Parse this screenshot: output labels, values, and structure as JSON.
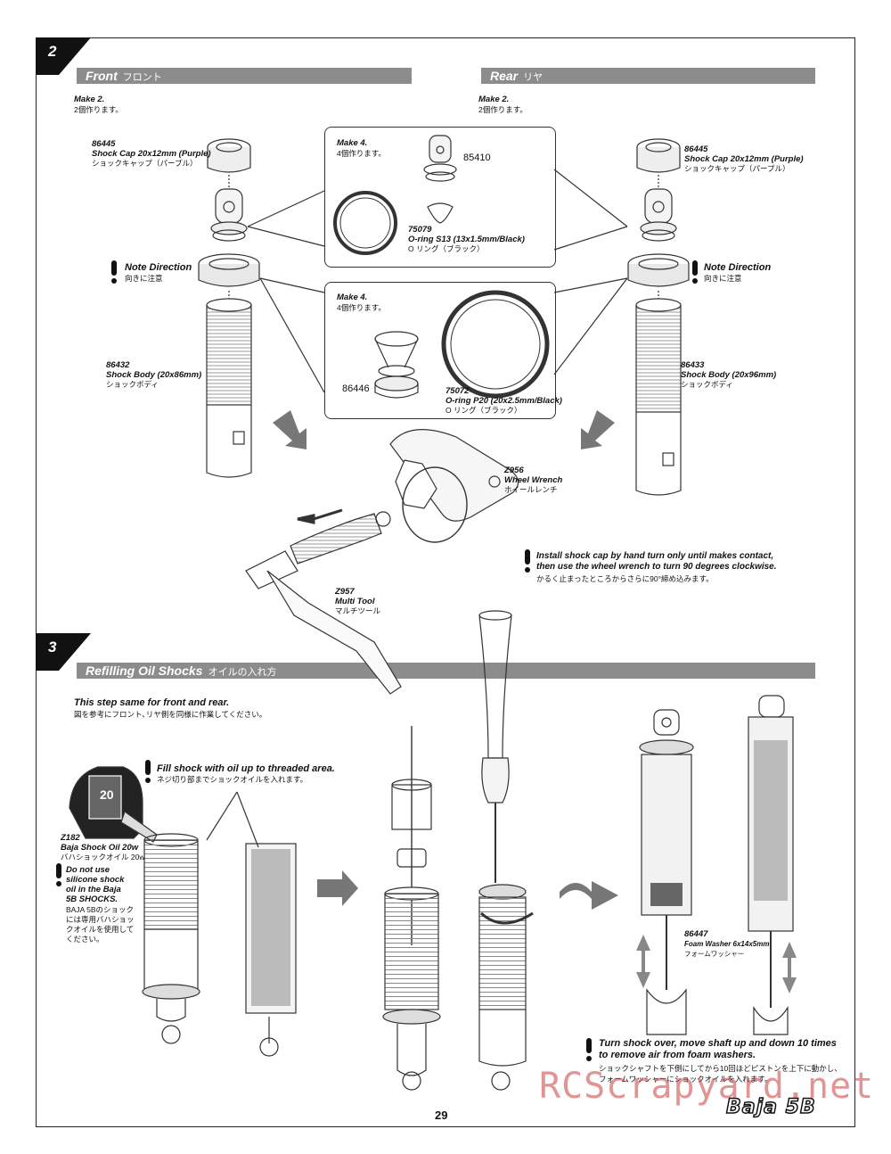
{
  "page_number": "29",
  "logo_text": "Baja 5B",
  "watermark": "RCScrapyard.net",
  "step2": {
    "number": "2",
    "front": {
      "title": "Front",
      "title_jp": "フロント",
      "make": "Make 2.",
      "make_jp": "2個作ります。",
      "cap_part": "86445",
      "cap_name": "Shock Cap 20x12mm (Purple)",
      "cap_jp": "ショックキャップ（パープル）",
      "note": "Note Direction",
      "note_jp": "向きに注意",
      "body_part": "86432",
      "body_name": "Shock Body (20x86mm)",
      "body_jp": "ショックボディ"
    },
    "rear": {
      "title": "Rear",
      "title_jp": "リヤ",
      "make": "Make 2.",
      "make_jp": "2個作ります。",
      "cap_part": "86445",
      "cap_name": "Shock Cap 20x12mm (Purple)",
      "cap_jp": "ショックキャップ（パープル）",
      "note": "Note Direction",
      "note_jp": "向きに注意",
      "body_part": "86433",
      "body_name": "Shock Body (20x96mm)",
      "body_jp": "ショックボディ"
    },
    "callout1": {
      "make": "Make 4.",
      "make_jp": "4個作ります。",
      "part_ref": "85410",
      "oring_part": "75079",
      "oring_name": "O-ring S13 (13x1.5mm/Black)",
      "oring_jp": "O リング（ブラック）"
    },
    "callout2": {
      "make": "Make 4.",
      "make_jp": "4個作ります。",
      "part_ref": "86446",
      "oring_part": "75072",
      "oring_name": "O-ring P20 (20x2.5mm/Black)",
      "oring_jp": "O リング（ブラック）"
    },
    "wrench_part": "Z956",
    "wrench_name": "Wheel Wrench",
    "wrench_jp": "ホイールレンチ",
    "tool_part": "Z957",
    "tool_name": "Multi Tool",
    "tool_jp": "マルチツール",
    "install_line1": "Install shock cap by hand turn only until makes contact,",
    "install_line2": "then use the wheel wrench to turn 90 degrees clockwise.",
    "install_jp": "かるく止まったところからさらに90°締め込みます。"
  },
  "step3": {
    "number": "3",
    "title": "Refilling Oil Shocks",
    "title_jp": "オイルの入れ方",
    "same": "This step same for front and rear.",
    "same_jp": "図を参考にフロント､リヤ側を同様に作業してください。",
    "fill": "Fill shock with oil up to threaded area.",
    "fill_jp": "ネジ切り部までショックオイルを入れます。",
    "oil_part": "Z182",
    "oil_name": "Baja Shock Oil 20w",
    "oil_jp": "バハショックオイル 20w",
    "oil_bottle_label": "20",
    "warn_lines": [
      "Do not use",
      "silicone shock",
      "oil in the Baja",
      "5B SHOCKS."
    ],
    "warn_jp": [
      "BAJA 5Bのショック",
      "には専用バハショッ",
      "クオイルを使用して",
      "ください。"
    ],
    "washer_part": "86447",
    "washer_name": "Foam Washer 6x14x5mm",
    "washer_jp": "フォームワッシャー",
    "turn_line1": "Turn shock over, move shaft up and down 10 times",
    "turn_line2": "to remove air from foam washers.",
    "turn_jp1": "ショックシャフトを下側にしてから10回ほどピストンを上下に動かし、",
    "turn_jp2": "フォームワッシャーにショックオイルを入れます。"
  }
}
